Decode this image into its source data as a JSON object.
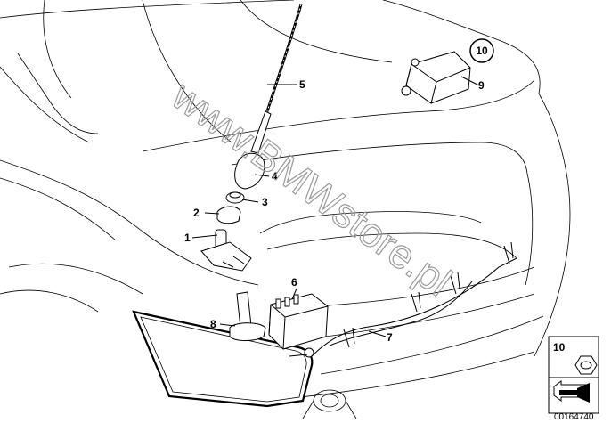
{
  "watermark": "www.BMWstore.pl",
  "drawing_number": "00164740",
  "callouts": {
    "c1": "1",
    "c2": "2",
    "c3": "3",
    "c4": "4",
    "c5": "5",
    "c6": "6",
    "c7": "7",
    "c8": "8",
    "c9": "9",
    "c10_circled": "10",
    "c10_legend": "10"
  },
  "parts_shown": [
    "antenna-rod",
    "antenna-base",
    "antenna-gasket",
    "antenna-nut",
    "antenna-cap",
    "antenna-amplifier",
    "telephone-antenna",
    "rear-window-antenna-harness",
    "control-unit",
    "hex-nut"
  ]
}
